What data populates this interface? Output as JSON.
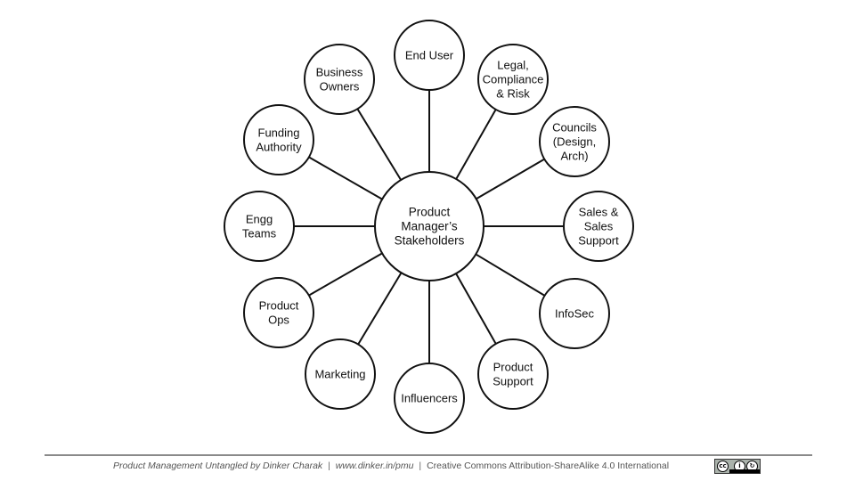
{
  "diagram": {
    "hub": {
      "lines": [
        "Product",
        "Manager’s",
        "Stakeholders"
      ]
    },
    "nodes": [
      {
        "id": "end-user",
        "lines": [
          "End User"
        ]
      },
      {
        "id": "legal-compliance-risk",
        "lines": [
          "Legal,",
          "Compliance",
          "& Risk"
        ]
      },
      {
        "id": "councils",
        "lines": [
          "Councils",
          "(Design,",
          "Arch)"
        ]
      },
      {
        "id": "sales-support",
        "lines": [
          "Sales &",
          "Sales",
          "Support"
        ]
      },
      {
        "id": "infosec",
        "lines": [
          "InfoSec"
        ]
      },
      {
        "id": "product-support",
        "lines": [
          "Product",
          "Support"
        ]
      },
      {
        "id": "influencers",
        "lines": [
          "Influencers"
        ]
      },
      {
        "id": "marketing",
        "lines": [
          "Marketing"
        ]
      },
      {
        "id": "product-ops",
        "lines": [
          "Product",
          "Ops"
        ]
      },
      {
        "id": "engg-teams",
        "lines": [
          "Engg",
          "Teams"
        ]
      },
      {
        "id": "funding-authority",
        "lines": [
          "Funding",
          "Authority"
        ]
      },
      {
        "id": "business-owners",
        "lines": [
          "Business",
          "Owners"
        ]
      }
    ]
  },
  "footer": {
    "credit": "Product Management Untangled by Dinker Charak",
    "url": "www.dinker.in/pmu",
    "license": "Creative Commons Attribution-ShareAlike 4.0 International",
    "separator": "|"
  },
  "license_badge": {
    "icon": "cc-by-sa-badge-icon"
  },
  "colors": {
    "stroke": "#111111",
    "background": "#ffffff",
    "footer_text": "#555555",
    "rule": "#8a8a8a"
  }
}
